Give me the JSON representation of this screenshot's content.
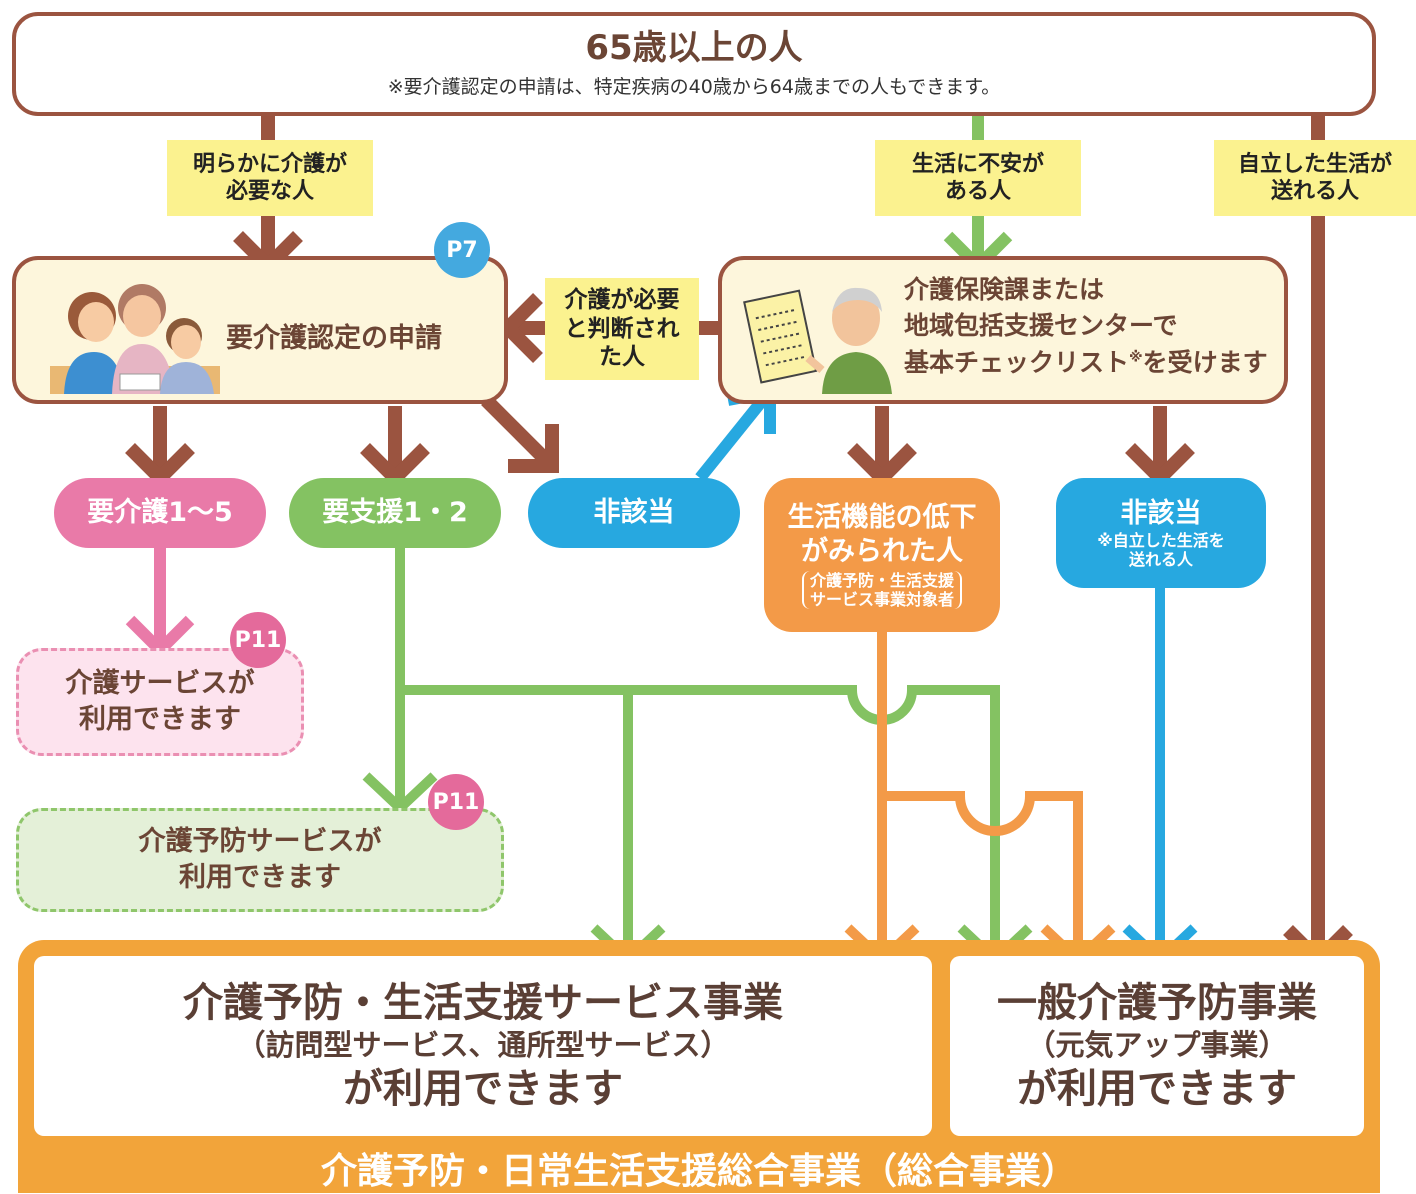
{
  "top": {
    "title": "65歳以上の人",
    "note": "※要介護認定の申請は、特定疾病の40歳から64歳までの人もできます。"
  },
  "labels": {
    "clearly_needs_care": [
      "明らかに介護が",
      "必要な人"
    ],
    "anxious_about_life": [
      "生活に不安が",
      "ある人"
    ],
    "independent": [
      "自立した生活が",
      "送れる人"
    ],
    "judged_needs_care": [
      "介護が必要",
      "と判断され",
      "た人"
    ]
  },
  "application_box": {
    "text": "要介護認定の申請",
    "badge": "P7"
  },
  "consult_box": {
    "lines": [
      "介護保険課または",
      "地域包括支援センターで",
      "基本チェックリスト"
    ],
    "mark": "※",
    "tail": "を受けます"
  },
  "outcomes": {
    "care_1_5": "要介護1〜5",
    "support_1_2": "要支援1・2",
    "not_applicable": "非該当",
    "decline": {
      "lines": [
        "生活機能の低下",
        "がみられた人"
      ],
      "sub": [
        "介護予防・生活支援",
        "サービス事業対象者"
      ]
    },
    "not_applicable_2": {
      "title": "非該当",
      "sub": [
        "※自立した生活を",
        "送れる人"
      ]
    }
  },
  "services": {
    "care_service": {
      "lines": [
        "介護サービスが",
        "利用できます"
      ],
      "badge": "P11"
    },
    "prevention_service": {
      "lines": [
        "介護予防サービスが",
        "利用できます"
      ],
      "badge": "P11"
    }
  },
  "bottom": {
    "left": {
      "title": "介護予防・生活支援サービス事業",
      "sub": "（訪問型サービス、通所型サービス）",
      "tail": "が利用できます"
    },
    "right": {
      "title": "一般介護予防事業",
      "sub": "（元気アップ事業）",
      "tail": "が利用できます"
    },
    "footer": "介護予防・日常生活支援総合事業（総合事業）"
  },
  "colors": {
    "brown": "#9b5440",
    "pink": "#e97aa8",
    "green": "#84c262",
    "blue": "#27a8e0",
    "orange": "#f39a48",
    "frame_orange": "#f2a43a",
    "label_yellow": "#fbf28f",
    "cream": "#fdf6dc"
  }
}
